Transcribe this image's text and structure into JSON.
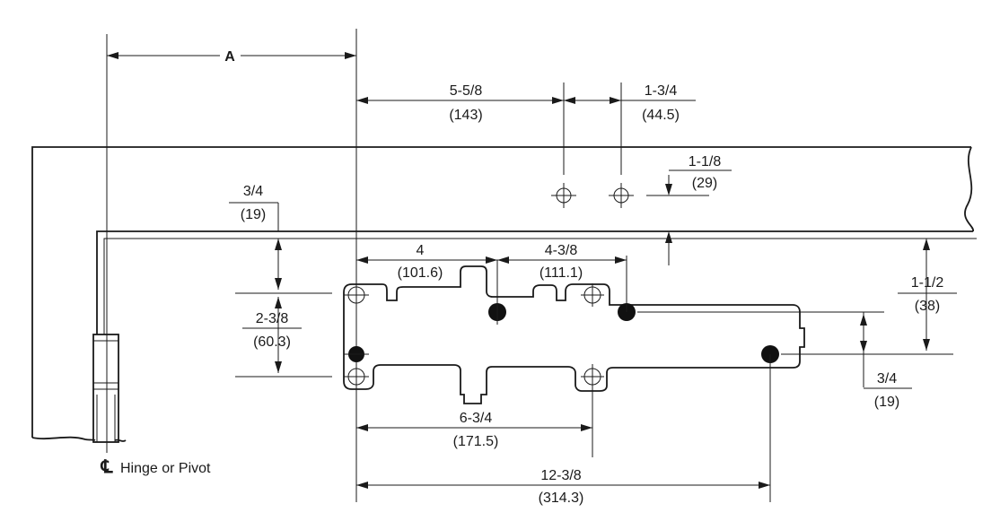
{
  "labels": {
    "a": "A",
    "dim_5_5_8": "5-5/8",
    "dim_143": "(143)",
    "dim_1_3_4": "1-3/4",
    "dim_44_5": "(44.5)",
    "dim_1_1_8": "1-1/8",
    "dim_29": "(29)",
    "dim_3_4_top": "3/4",
    "dim_19_top": "(19)",
    "dim_4": "4",
    "dim_101_6": "(101.6)",
    "dim_4_3_8": "4-3/8",
    "dim_111_1": "(111.1)",
    "dim_1_1_2": "1-1/2",
    "dim_38": "(38)",
    "dim_2_3_8": "2-3/8",
    "dim_60_3": "(60.3)",
    "dim_3_4_right": "3/4",
    "dim_19_right": "(19)",
    "dim_6_3_4": "6-3/4",
    "dim_171_5": "(171.5)",
    "dim_12_3_8": "12-3/8",
    "dim_314_3": "(314.3)",
    "centerline_symbol": "℄",
    "hinge_label": "Hinge or Pivot"
  }
}
